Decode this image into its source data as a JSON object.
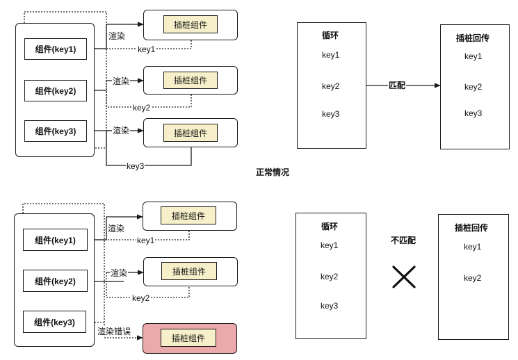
{
  "top": {
    "components": [
      "组件(key1)",
      "组件(key2)",
      "组件(key3)"
    ],
    "stubs": [
      "插桩组件",
      "插桩组件",
      "插桩组件"
    ],
    "render_labels": [
      "渲染",
      "渲染",
      "渲染"
    ],
    "return_keys": [
      "key1",
      "key2",
      "key3"
    ],
    "loop_panel": {
      "title": "循环",
      "keys": [
        "key1",
        "key2",
        "key3"
      ]
    },
    "match_label": "匹配",
    "stub_return_panel": {
      "title": "插桩回传",
      "keys": [
        "key1",
        "key2",
        "key3"
      ]
    },
    "caption": "正常情况"
  },
  "bottom": {
    "components": [
      "组件(key1)",
      "组件(key2)",
      "组件(key3)"
    ],
    "stubs": [
      "插桩组件",
      "插桩组件",
      "插桩组件"
    ],
    "render_labels": [
      "渲染",
      "渲染",
      "渲染错误"
    ],
    "return_keys": [
      "key1",
      "key2"
    ],
    "loop_panel": {
      "title": "循环",
      "keys": [
        "key1",
        "key2",
        "key3"
      ]
    },
    "mismatch_label": "不匹配",
    "stub_return_panel": {
      "title": "插桩回传",
      "keys": [
        "key1",
        "key2"
      ]
    },
    "colors": {
      "stub_fill": "#f6efc9",
      "error_fill": "#eaa9aa"
    }
  }
}
